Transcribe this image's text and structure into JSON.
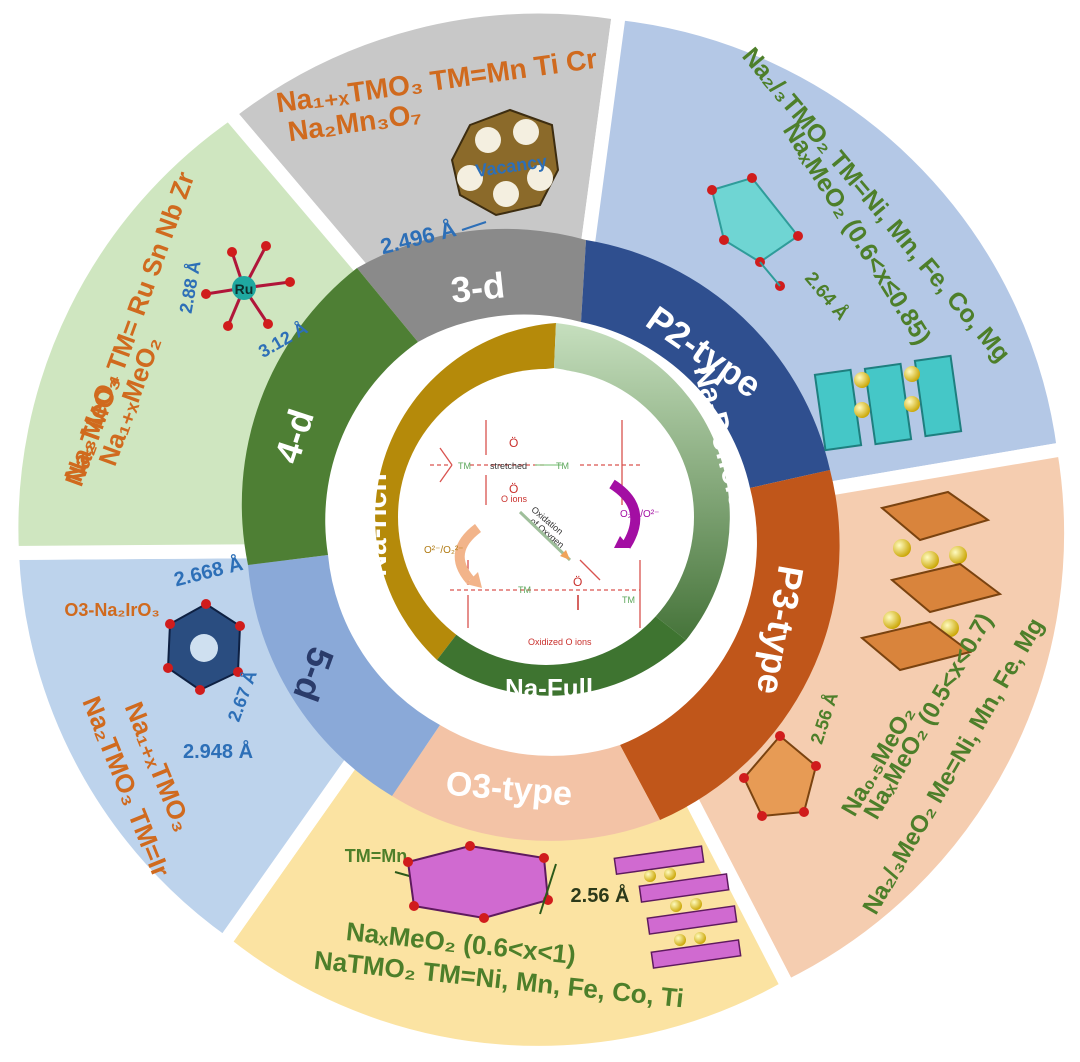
{
  "center": {
    "top_label": "stretched",
    "o_ions": "O ions",
    "oxidation_line1": "Oxidation",
    "oxidation_line2": "of Oxygen",
    "left_redox": "O²⁻/O₂²⁻",
    "right_redox": "O₂²⁻/O²⁻",
    "oxidized": "Oxidized O ions",
    "tm": "TM"
  },
  "inner_ring": {
    "na_rich": "Na-rich",
    "na_deficient": "Na-Deficient",
    "na_full": "Na-Full"
  },
  "middle_ring": {
    "d3": "3-d",
    "d4": "4-d",
    "d5": "5-d",
    "p2": "P2-type",
    "p3": "P3-type",
    "o3": "O3-type"
  },
  "sectors": {
    "d3": {
      "formula1": "Na₁₊ₓTMO₃ TM=Mn Ti Cr",
      "formula2": "Na₂Mn₃O₇",
      "vacancy": "Vacancy",
      "dist": "2.496 Å"
    },
    "d4": {
      "formula1": "Na₂TMO₃ TM= Ru Sn Nb Zr",
      "formula2": "Na₃MeO₄",
      "formula3": "Na₁₊ₓMeO₂",
      "ru": "Ru",
      "dist1": "2.88 Å",
      "dist2": "3.12 Å"
    },
    "d5": {
      "label": "O3-Na₂IrO₃",
      "dist1": "2.668 Å",
      "dist2": "2.67 Å",
      "dist3": "2.948 Å",
      "formula1": "Na₁₊ₓTMO₃",
      "formula2": "Na₂TMO₃ TM=Ir"
    },
    "p2": {
      "formula1": "Na₂/₃TMO₂ TM=Ni, Mn, Fe, Co, Mg",
      "formula2": "NaₓMeO₂ (0.6<x≤0.85)",
      "dist": "2.64 Å"
    },
    "p3": {
      "formula1": "Na₀.₅MeO₂",
      "formula2": "NaₓMeO₂ (0.5<x<0.7)",
      "formula3": "Na₂/₃MeO₂ Me=Ni, Mn, Fe, Mg",
      "dist": "2.56 Å"
    },
    "o3": {
      "tm": "TM=Mn",
      "dist": "2.56 Å",
      "formula1": "NaₓMeO₂ (0.6<x<1)",
      "formula2": "NaTMO₂ TM=Ni, Mn, Fe, Co, Ti"
    }
  },
  "colors": {
    "d3_bg": "#c8c8c8",
    "d3_band": "#8a8a8a",
    "d4_bg": "#cfe6c0",
    "d4_band": "#4e7f34",
    "d5_bg": "#bdd3ec",
    "d5_band": "#8aa9d8",
    "p2_bg": "#b4c8e6",
    "p2_band": "#2f4f8f",
    "p3_bg": "#f5cdb0",
    "p3_band": "#c0561a",
    "o3_bg": "#fbe3a2",
    "o3_band": "#f3c3a6",
    "na_rich": "#b58a0a",
    "na_def_a": "#b9d6b0",
    "na_def_b": "#4f7b3d",
    "na_full": "#3e7430",
    "orange_text": "#d06a1e",
    "green_text": "#4d7f2a",
    "blue_text": "#2d6fb7"
  }
}
